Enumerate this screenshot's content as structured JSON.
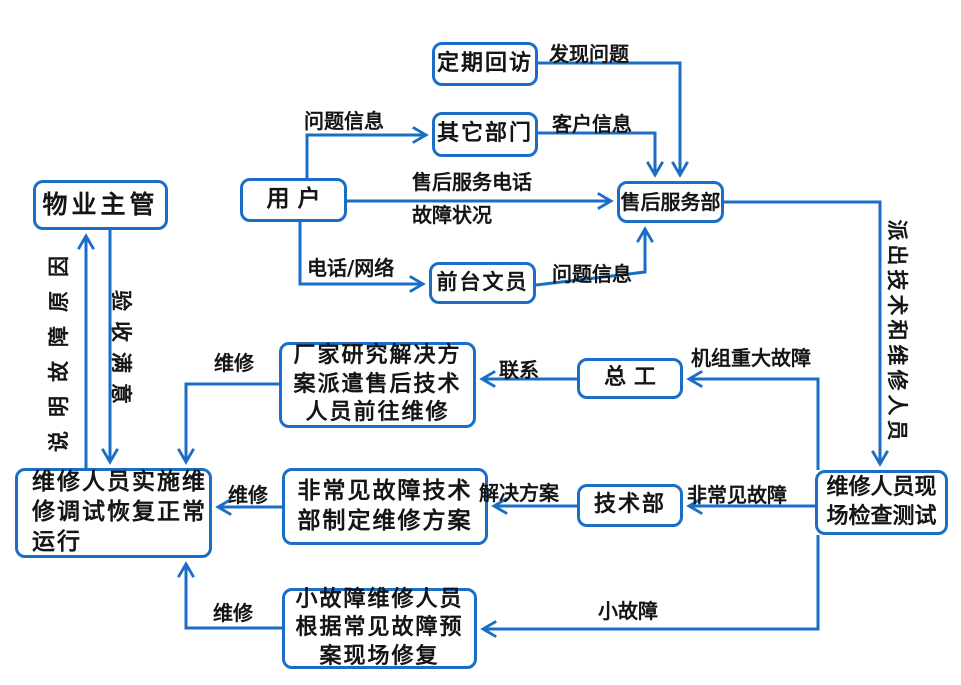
{
  "diagram": {
    "title_semantic": "after-sales-repair-service-flowchart",
    "colors": {
      "line": "#1b6ec6",
      "text": "#151515",
      "background": "#ffffff"
    },
    "nodes": {
      "periodic_visit": {
        "label": "定期回访"
      },
      "other_departments": {
        "label": "其它部门"
      },
      "user": {
        "label": "用 户"
      },
      "after_sales_dept": {
        "label": "售后服务部"
      },
      "front_desk_clerk": {
        "label": "前台文员"
      },
      "property_manager": {
        "label": "物业主管"
      },
      "manufacturer": {
        "lines": [
          "厂家研究解决方",
          "案派遣售后技术",
          "人员前往维修"
        ]
      },
      "chief_engineer": {
        "label": "总 工"
      },
      "tech_dept": {
        "label": "技术部"
      },
      "onsite_check": {
        "lines": [
          "维修人员现",
          "场检查测试"
        ]
      },
      "uncommon_fault_plan": {
        "lines": [
          "非常见故障技术",
          "部制定维修方案"
        ]
      },
      "repair_restore": {
        "lines": [
          "维修人员实施维",
          "修调试恢复正常",
          "运行"
        ]
      },
      "minor_fault_repair": {
        "lines": [
          "小故障维修人员",
          "根据常见故障预",
          "案现场修复"
        ]
      }
    },
    "edge_labels": {
      "found_problem": "发现问题",
      "customer_info": "客户信息",
      "problem_info_top": "问题信息",
      "hotline_line1": "售后服务电话",
      "hotline_line2": "故障状况",
      "phone_network": "电话/网络",
      "problem_info_bottom": "问题信息",
      "dispatch": "派出技术和维修人员",
      "major_fault": "机组重大故障",
      "contact": "联系",
      "repair_1": "维修",
      "solution": "解决方案",
      "uncommon_fault": "非常见故障",
      "repair_2": "维修",
      "minor_fault": "小故障",
      "repair_3": "维修",
      "explain_cause": "说明故障原因",
      "acceptance": "验收满意"
    }
  }
}
